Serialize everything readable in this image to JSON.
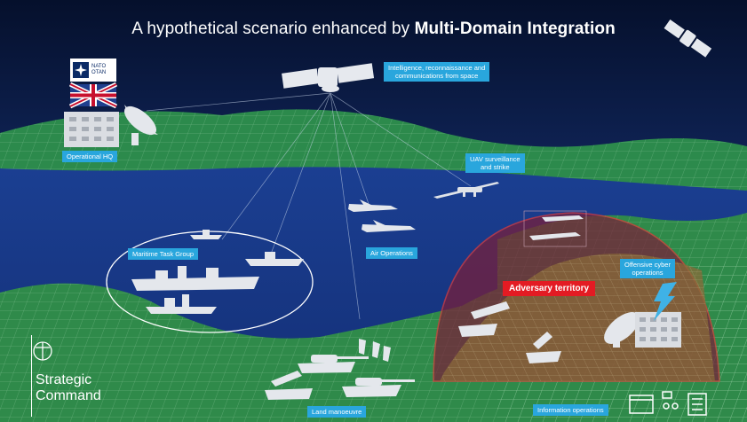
{
  "title": {
    "prefix": "A hypothetical scenario enhanced by",
    "bold": "Multi-Domain Integration"
  },
  "labels": {
    "space": "Intelligence, reconnaissance and\ncommunications from space",
    "hq": "Operational HQ",
    "uav": "UAV surveillance\nand strike",
    "maritime": "Maritime Task Group",
    "air": "Air Operations",
    "adversary": "Adversary territory",
    "cyber": "Offensive cyber\noperations",
    "land": "Land manoeuvre",
    "info": "Information operations"
  },
  "nato": {
    "text": "NATO\nOTAN"
  },
  "branding": {
    "line1": "Strategic",
    "line2": "Command"
  },
  "colors": {
    "sky_top": "#061230",
    "sky_bottom": "#1d3d8a",
    "sea": "#1a3a8c",
    "land": "#2f8a4a",
    "label_bg": "#29a6dd",
    "adversary": "#e31b23"
  },
  "icons": [
    "satellite-icon",
    "nato-flag-icon",
    "uk-flag-icon",
    "hq-building-icon",
    "uav-icon",
    "fighter-jet-icon",
    "warship-icon",
    "tank-icon",
    "radar-dish-icon",
    "lightning-icon",
    "crest-icon",
    "info-ops-icon"
  ]
}
